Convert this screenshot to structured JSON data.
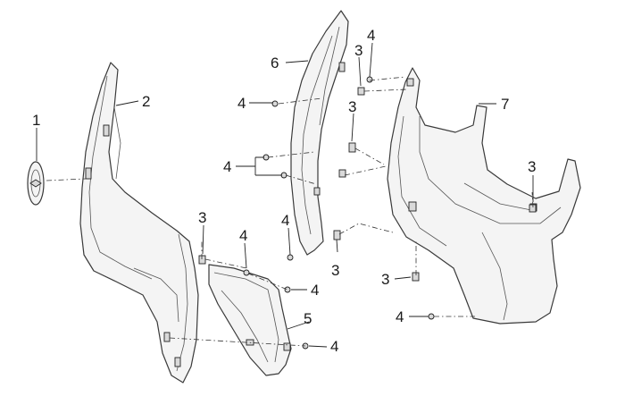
{
  "callouts": {
    "c1": "1",
    "c2": "2",
    "c3a": "3",
    "c3b": "3",
    "c3c": "3",
    "c3d": "3",
    "c3e": "3",
    "c3f": "3",
    "c4a": "4",
    "c4b": "4",
    "c4c": "4",
    "c4d": "4",
    "c4e": "4",
    "c4f": "4",
    "c4g": "4",
    "c4h": "4",
    "c5": "5",
    "c6": "6",
    "c7": "7"
  }
}
